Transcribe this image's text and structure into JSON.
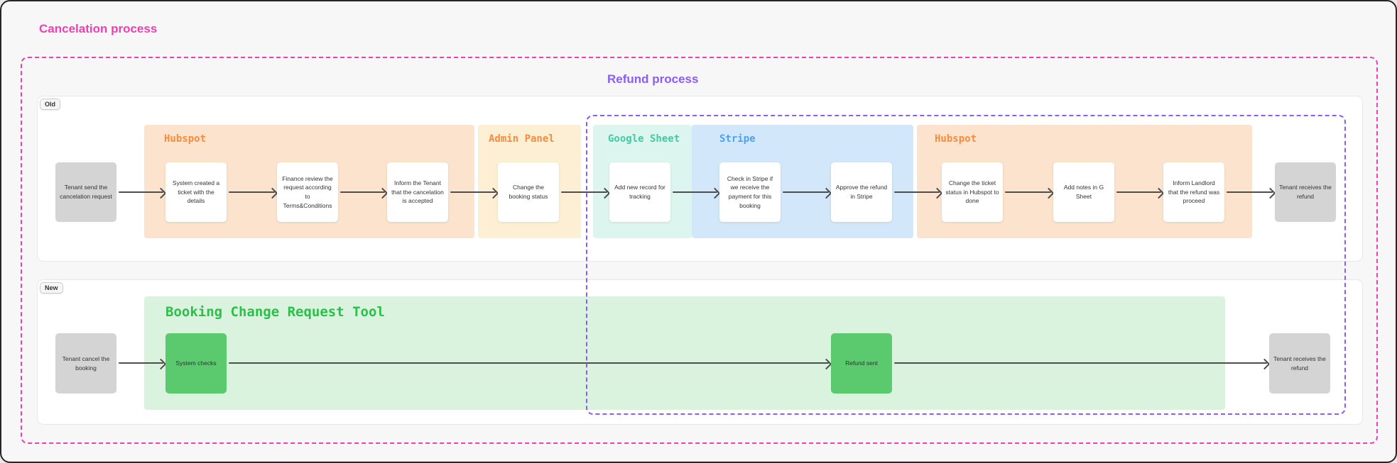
{
  "titles": {
    "main": {
      "text": "Cancelation process",
      "color": "#ee3fb5"
    },
    "refund": {
      "text": "Refund process",
      "color": "#8b5cf6"
    }
  },
  "colors": {
    "pink_frame": "#ee3fb5",
    "purple_frame": "#8b5cf6",
    "orange_label": "#f68c3c",
    "teal_label": "#45c9a3",
    "blue_label": "#4aa3f2",
    "green_label": "#2bbf4a",
    "hubspot_bg": "#fbe3cd",
    "admin_panel_bg": "#fdefd3",
    "google_sheet_bg": "#dcf5ee",
    "stripe_bg": "#d3e7fa",
    "tool_bg": "#d9f3de",
    "highlight_node": "#5bc96e",
    "actor_node": "#d4d4d4",
    "arrow": "#4d4d4d"
  },
  "lanes": {
    "old": {
      "badge": "Old",
      "sections": [
        {
          "name": "Hubspot"
        },
        {
          "name": "Admin Panel"
        },
        {
          "name": "Google Sheet"
        },
        {
          "name": "Stripe"
        },
        {
          "name": "Hubspot"
        }
      ],
      "steps": [
        {
          "label": "Tenant send the cancelation request",
          "type": "actor"
        },
        {
          "label": "System created a ticket with the details",
          "type": "process"
        },
        {
          "label": "Finance review the request according to Terms&Conditions",
          "type": "process"
        },
        {
          "label": "Inform the Tenant that the cancelation is accepted",
          "type": "process"
        },
        {
          "label": "Change the booking status",
          "type": "process"
        },
        {
          "label": "Add new record for tracking",
          "type": "process"
        },
        {
          "label": "Check in Stripe if we receive the payment for this booking",
          "type": "process"
        },
        {
          "label": "Approve the refund in Stripe",
          "type": "process"
        },
        {
          "label": "Change the ticket status in Hubspot to done",
          "type": "process"
        },
        {
          "label": "Add notes in G Sheet",
          "type": "process"
        },
        {
          "label": "Inform Landlord that the refund was proceed",
          "type": "process"
        },
        {
          "label": "Tenant receives the refund",
          "type": "actor"
        }
      ]
    },
    "new": {
      "badge": "New",
      "section": {
        "name": "Booking Change Request Tool"
      },
      "steps": [
        {
          "label": "Tenant cancel the booking",
          "type": "actor"
        },
        {
          "label": "System checks",
          "type": "highlight"
        },
        {
          "label": "Refund sent",
          "type": "highlight"
        },
        {
          "label": "Tenant receives the refund",
          "type": "actor"
        }
      ]
    }
  }
}
